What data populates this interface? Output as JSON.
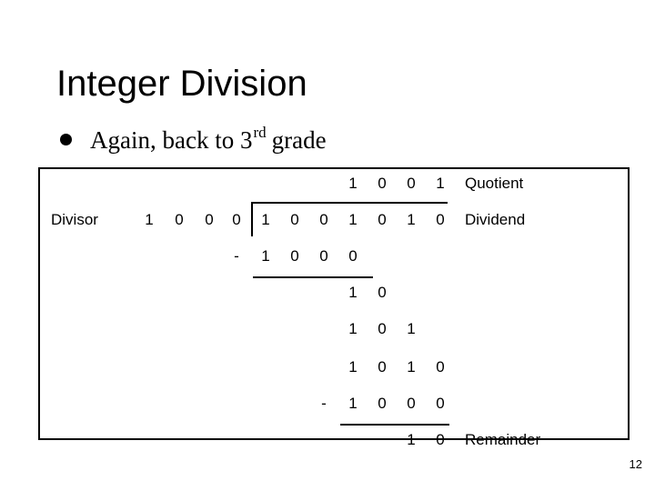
{
  "title": "Integer Division",
  "bullet": {
    "text": "Again, back to 3",
    "sup": "rd",
    "text_end": "grade"
  },
  "labels": {
    "divisor": "Divisor",
    "quotient": "Quotient",
    "dividend": "Dividend",
    "remainder": "Remainder"
  },
  "rows": {
    "quotient": [
      "1",
      "0",
      "0",
      "1"
    ],
    "divisor": [
      "1",
      "0",
      "0",
      "0"
    ],
    "dividend": [
      "1",
      "0",
      "0",
      "1",
      "0",
      "1",
      "0"
    ],
    "sub1_sign": "-",
    "sub1": [
      "1",
      "0",
      "0",
      "0"
    ],
    "r1": [
      "1",
      "0"
    ],
    "r2": [
      "1",
      "0",
      "1"
    ],
    "r3": [
      "1",
      "0",
      "1",
      "0"
    ],
    "sub2_sign": "-",
    "sub2": [
      "1",
      "0",
      "0",
      "0"
    ],
    "remainder": [
      "1",
      "0"
    ]
  },
  "page_number": "12"
}
